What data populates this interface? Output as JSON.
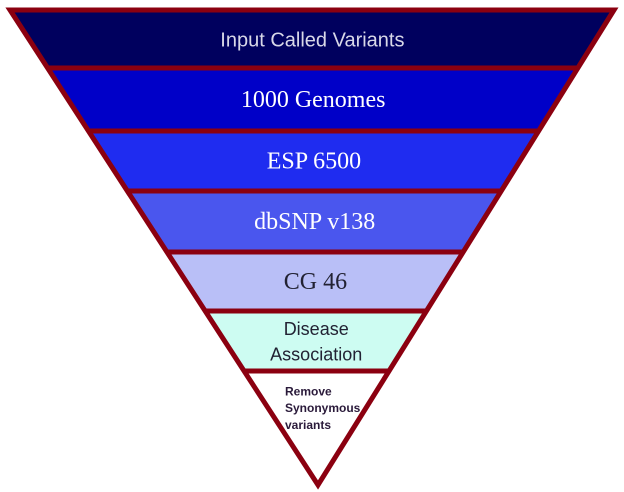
{
  "title": "Variant filtering funnel",
  "border_color": "#8b0010",
  "stages": [
    {
      "lines": [
        "Input Called Variants"
      ],
      "fill": "#00005e",
      "text_color": "#d8d8e8"
    },
    {
      "lines": [
        "1000 Genomes"
      ],
      "fill": "#0000c8",
      "text_color": "#ffffff"
    },
    {
      "lines": [
        "ESP 6500"
      ],
      "fill": "#1f2cf0",
      "text_color": "#ffffff"
    },
    {
      "lines": [
        "dbSNP v138"
      ],
      "fill": "#4a56ee",
      "text_color": "#ffffff"
    },
    {
      "lines": [
        "CG 46"
      ],
      "fill": "#b9bff7",
      "text_color": "#222233"
    },
    {
      "lines": [
        "Disease",
        "Association"
      ],
      "fill": "#cdfcf2",
      "text_color": "#222233"
    },
    {
      "lines": [
        "Remove",
        "Synonymous",
        "variants"
      ],
      "fill": "#ffffff",
      "text_color": "#2a1a3a"
    }
  ]
}
